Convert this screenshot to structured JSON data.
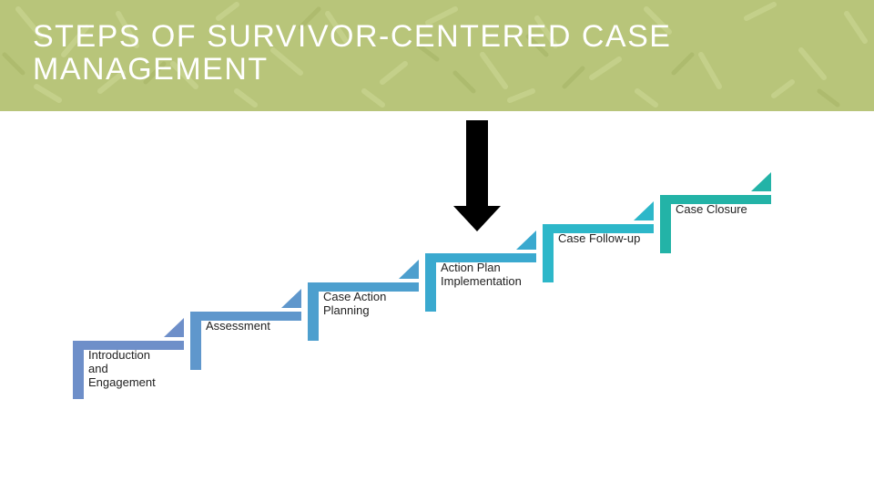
{
  "slide": {
    "title": "STEPS OF SURVIVOR-CENTERED CASE MANAGEMENT",
    "header_color": "#b8c57a"
  },
  "steps": [
    {
      "label": "Introduction and Engagement",
      "color": "#6e8fc9"
    },
    {
      "label": "Assessment",
      "color": "#5f97cc"
    },
    {
      "label": "Case Action Planning",
      "color": "#4d9fce"
    },
    {
      "label": "Action Plan Implementation",
      "color": "#3aa9cf"
    },
    {
      "label": "Case Follow-up",
      "color": "#2db7c9"
    },
    {
      "label": "Case Closure",
      "color": "#23b3a7"
    }
  ],
  "indicator": {
    "icon": "down-arrow-icon",
    "color": "#000000",
    "points_to_step": 4
  }
}
